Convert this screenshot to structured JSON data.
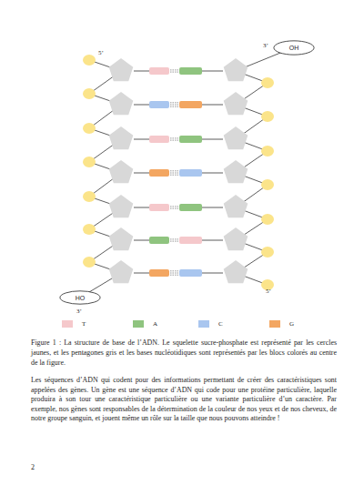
{
  "diagram": {
    "caption": "Figure 1 : La structure de base de l’ADN. Le squelette sucre-phosphate est représenté par les cercles jaunes, et les pentagones gris et les bases nucléotidiques sont représentés par les blocs colorés au centre de la figure.",
    "nodes": [
      {
        "text": [
          "OH"
        ]
      },
      {
        "text": [
          "HO"
        ]
      }
    ],
    "labels": [
      "3’",
      "5’",
      "5’",
      "3’",
      "Les séquences d’ADN qui codent pour des informations permettant de créer des caractéristiques sont appelées des gènes. Un gène est une séquence d’ADN qui code pour une protéine particulière, laquelle produira à son tour une caractéristique particulière ou une variante particulière d’un caractère. Par exemple, nos gènes sont responsables de la détermination de la couleur de nos yeux et de nos cheveux, de notre groupe sanguin, et jouent même un rôle sur la taille que nous pouvons atteindre !",
      "2"
    ],
    "legend": [
      {
        "text": "T",
        "color": "#f5c8cb"
      },
      {
        "text": "A",
        "color": "#8fc47f"
      },
      {
        "text": "C",
        "color": "#a9c6ef"
      },
      {
        "text": "G",
        "color": "#f3a661"
      }
    ]
  }
}
